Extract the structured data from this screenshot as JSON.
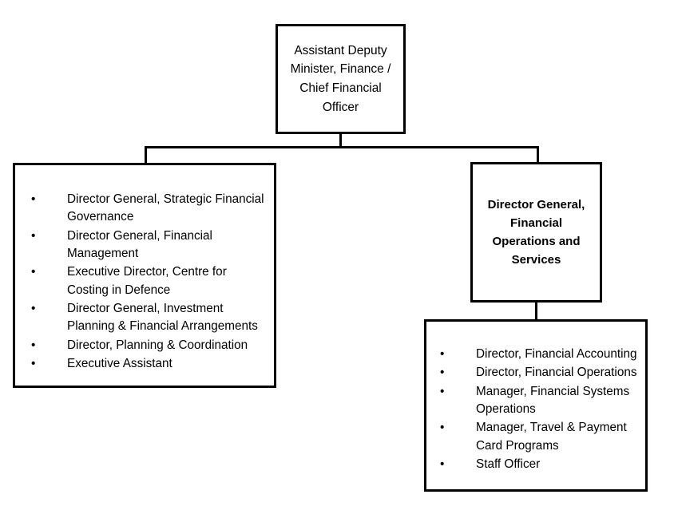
{
  "chart": {
    "type": "org-chart",
    "title": "Assistant Deputy Minister, Finance / Chief Financial Officer organization chart",
    "line_color": "#000000",
    "box_border_color": "#000000",
    "background_color": "#ffffff",
    "text_color": "#000000"
  },
  "nodes": {
    "adm": {
      "id": "adm",
      "label": "Assistant Deputy\nMinister, Finance /\nChief Financial\nOfficer",
      "bold": false
    },
    "left_group": {
      "id": "left-group",
      "items": [
        "Director General, Strategic Financial Governance",
        "Director General, Financial Management",
        "Executive Director, Centre for Costing in Defence",
        "Director General, Investment Planning & Financial Arrangements",
        "Director, Planning & Coordination",
        "Executive Assistant"
      ]
    },
    "dg_fos": {
      "id": "dg-financial-operations-and-services",
      "label": "Director General,\nFinancial\nOperations and\nServices",
      "bold": true
    },
    "dg_fos_reports": {
      "id": "dg-fos-reports",
      "items": [
        "Director, Financial Accounting",
        "Director, Financial Operations",
        "Manager, Financial Systems Operations",
        "Manager, Travel & Payment Card Programs",
        "Staff Officer"
      ]
    }
  },
  "bullet_glyph": "•"
}
